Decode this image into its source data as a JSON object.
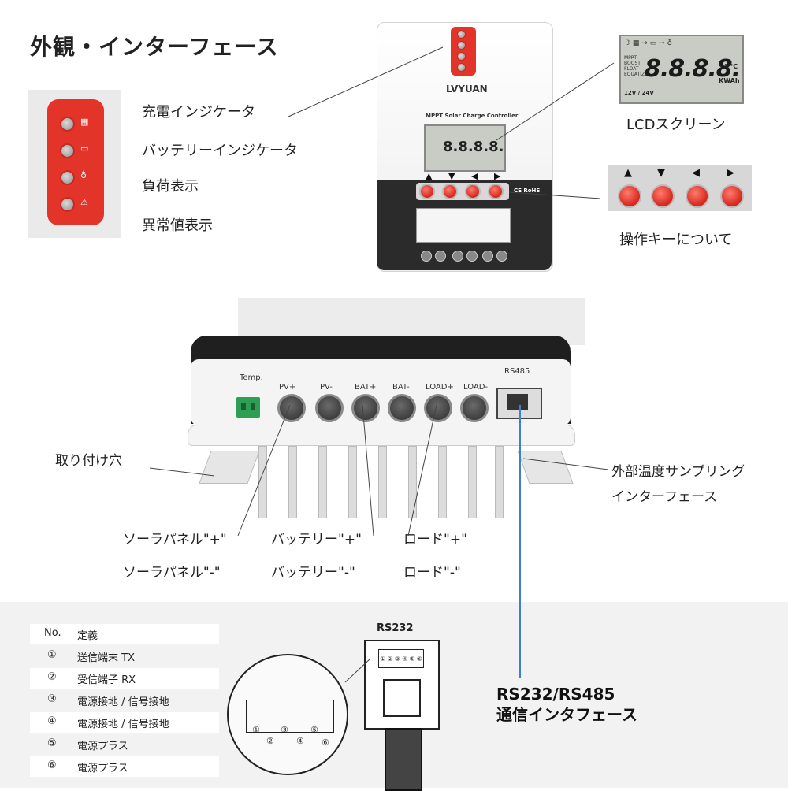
{
  "title": "外観・インターフェース",
  "indicators": [
    {
      "label": "充電インジケータ",
      "icon": "solar-panel-icon"
    },
    {
      "label": "バッテリーインジケータ",
      "icon": "battery-icon"
    },
    {
      "label": "負荷表示",
      "icon": "bulb-icon"
    },
    {
      "label": "異常値表示",
      "icon": "warning-icon"
    }
  ],
  "device": {
    "brand": "LVYUAN",
    "model_line": "MPPT Solar Charge Controller",
    "ce_mark": "CE RoHS"
  },
  "lcd": {
    "label": "LCDスクリーン",
    "digits": "8.8.8.8.",
    "units": "%V°C",
    "kwh": "KWAh",
    "modes": [
      "MPPT",
      "BOOST",
      "FLOAT",
      "EQUATIZE"
    ],
    "voltage": "12V / 24V"
  },
  "keys": {
    "label": "操作キーについて",
    "arrows": [
      "▲",
      "▼",
      "◀",
      "▶"
    ]
  },
  "ports": {
    "temp": "Temp.",
    "rs485": "RS485",
    "items": [
      "PV+",
      "PV-",
      "BAT+",
      "BAT-",
      "LOAD+",
      "LOAD-"
    ]
  },
  "callouts": {
    "mounting": "取り付け穴",
    "ext_temp_line1": "外部温度サンプリング",
    "ext_temp_line2": "インターフェース",
    "solar_plus": "ソーラパネル\"+\"",
    "solar_minus": "ソーラパネル\"-\"",
    "battery_plus": "バッテリー\"+\"",
    "battery_minus": "バッテリー\"-\"",
    "load_plus": "ロード\"+\"",
    "load_minus": "ロード\"-\""
  },
  "pin_table": {
    "header_no": "No.",
    "header_def": "定義",
    "rows": [
      {
        "no": "①",
        "def": "送信端末 TX"
      },
      {
        "no": "②",
        "def": "受信端子 RX"
      },
      {
        "no": "③",
        "def": "電源接地 / 信号接地"
      },
      {
        "no": "④",
        "def": "電源接地 / 信号接地"
      },
      {
        "no": "⑤",
        "def": "電源プラス"
      },
      {
        "no": "⑥",
        "def": "電源プラス"
      }
    ]
  },
  "connector": {
    "label": "RS232",
    "pins": [
      "①",
      "②",
      "③",
      "④",
      "⑤",
      "⑥"
    ]
  },
  "comm": {
    "line1": "RS232/RS485",
    "line2": "通信インタフェース"
  }
}
